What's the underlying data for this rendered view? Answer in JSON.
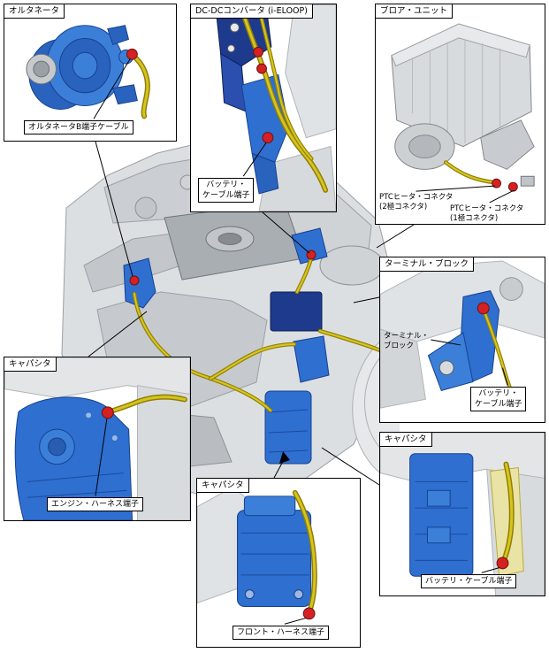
{
  "callouts": {
    "alternator": {
      "title": "オルタネータ",
      "cable_label": "オルタネータB端子ケーブル"
    },
    "dcdc_converter": {
      "title": "DC-DCコンバータ (i-ELOOP)",
      "terminal_label": "バッテリ・\nケーブル端子"
    },
    "blower_unit": {
      "title": "ブロア・ユニット",
      "connector_2pin_label": "PTCヒータ・コネクタ\n(2極コネクタ)",
      "connector_1pin_label": "PTCヒータ・コネクタ\n(1極コネクタ)"
    },
    "terminal_block": {
      "title": "ターミナル・ブロック",
      "block_label": "ターミナル・\nブロック",
      "terminal_label": "バッテリ・\nケーブル端子"
    },
    "capacitor_left": {
      "title": "キャパシタ",
      "terminal_label": "エンジン・ハーネス端子"
    },
    "capacitor_bottom": {
      "title": "キャパシタ",
      "terminal_label": "フロント・ハーネス端子"
    },
    "capacitor_right": {
      "title": "キャパシタ",
      "terminal_label": "バッテリ・ケーブル端子"
    }
  },
  "colors": {
    "component_blue": "#2e6fd0",
    "component_blue_dark": "#1d3a8c",
    "cable_yellow": "#d6c41d",
    "terminal_red": "#d42121",
    "engine_gray": "#dcdfe2",
    "cover_gray": "#a9aeb3",
    "line_black": "#000000"
  }
}
